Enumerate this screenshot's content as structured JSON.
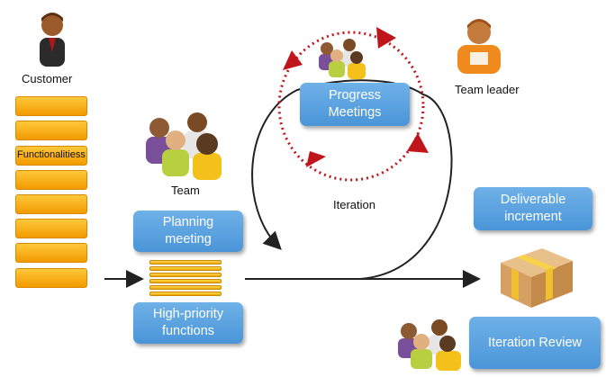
{
  "actors": {
    "customer": "Customer",
    "team_leader": "Team leader",
    "team": "Team"
  },
  "backlog": {
    "label": "Functionalitiess"
  },
  "boxes": {
    "planning": "Planning meeting",
    "high_priority": "High-priority functions",
    "progress": "Progress Meetings",
    "deliverable": "Deliverable increment",
    "review": "Iteration Review"
  },
  "iteration_label": "Iteration",
  "colors": {
    "box_blue": "#5aa3e0",
    "backlog_orange": "#f7a800",
    "arrow_red": "#c0151b"
  }
}
